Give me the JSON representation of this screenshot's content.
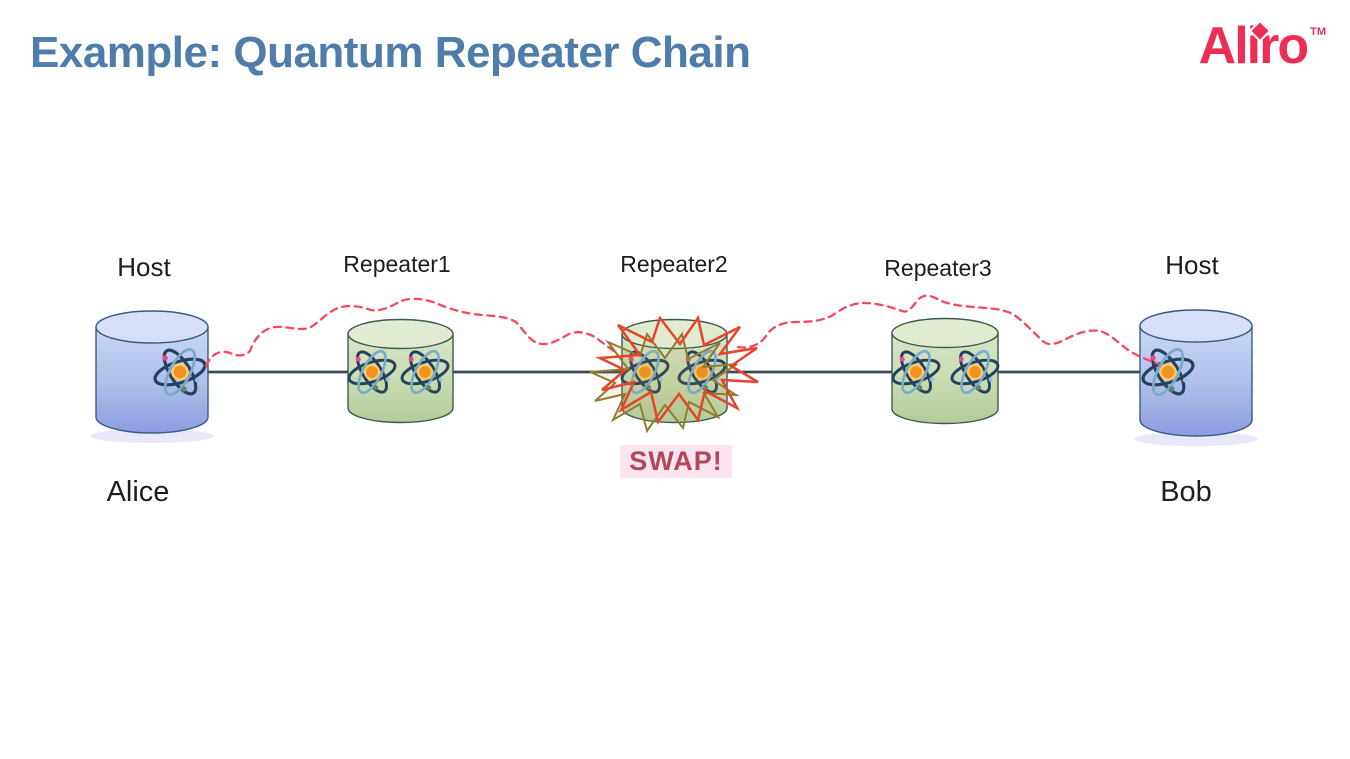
{
  "slide": {
    "title": "Example: Quantum Repeater Chain",
    "title_color": "#4e7cab",
    "logo": {
      "text": "Aliro",
      "tm": "TM",
      "color": "#ec2e55"
    }
  },
  "diagram": {
    "nodes": [
      {
        "name": "Host",
        "role": "host",
        "owner": "Alice",
        "qubits": 1
      },
      {
        "name": "Repeater1",
        "role": "repeater",
        "qubits": 2
      },
      {
        "name": "Repeater2",
        "role": "repeater",
        "qubits": 2,
        "event": "SWAP!"
      },
      {
        "name": "Repeater3",
        "role": "repeater",
        "qubits": 2
      },
      {
        "name": "Host",
        "role": "host",
        "owner": "Bob",
        "qubits": 1
      }
    ],
    "swap_label": "SWAP!",
    "colors": {
      "host_fill_top": "#c9d7f5",
      "host_fill_bottom": "#8a9de2",
      "repeater_fill_top": "#d7e5c6",
      "repeater_fill_bottom": "#b4cd9c",
      "channel_line": "#3b4a5c",
      "entanglement_dash": "#f4495e",
      "starburst_red": "#e8432c",
      "starburst_olive": "#8f7d33",
      "atom_nucleus": "#f0921e",
      "swap_text": "#b0485c",
      "swap_bg": "#fbe4f0"
    }
  }
}
